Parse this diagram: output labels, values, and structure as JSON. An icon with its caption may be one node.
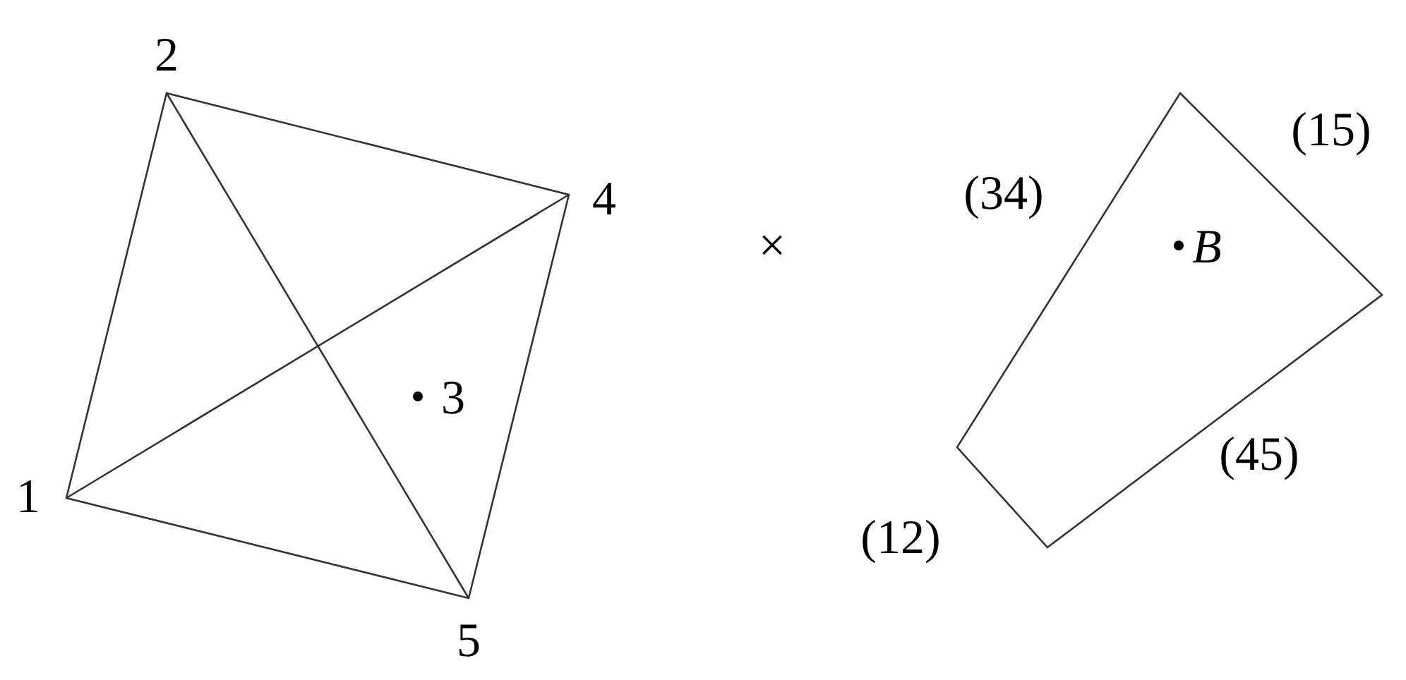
{
  "diagram": {
    "labels": [
      "2",
      "(15)",
      "(34)",
      "4",
      "×",
      "B",
      "3",
      "(45)",
      "1",
      "(12)",
      "5"
    ]
  }
}
